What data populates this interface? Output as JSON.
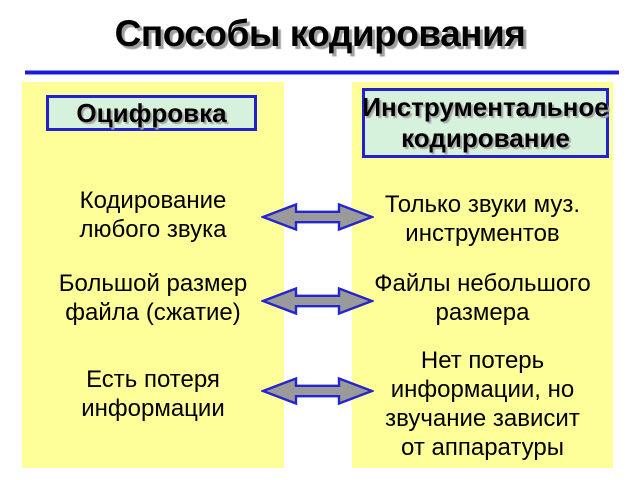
{
  "title": "Способы кодирования",
  "left_column": {
    "header": "Оцифровка",
    "rows": [
      "Кодирование\nлюбого звука",
      "Большой размер\nфайла (сжатие)",
      "Есть потеря\nинформации"
    ]
  },
  "right_column": {
    "header": "Инструментальное\nкодирование",
    "rows": [
      "Только звуки муз.\nинструментов",
      "Файлы небольшого\nразмера",
      "Нет потерь\nинформации, но\nзвучание зависит\nот аппаратуры"
    ]
  },
  "icons": {
    "arrow": "double-headed-arrow-icon"
  },
  "colors": {
    "background": "#ffffff",
    "column_bg": "#ffff99",
    "header_box_bg": "#d6f2dc",
    "box_border_blue": "#2222cc",
    "divider_blue": "#1b1bd6",
    "arrow_fill": "#9a9a9a",
    "arrow_stroke": "#2525cf",
    "text": "#000000"
  }
}
